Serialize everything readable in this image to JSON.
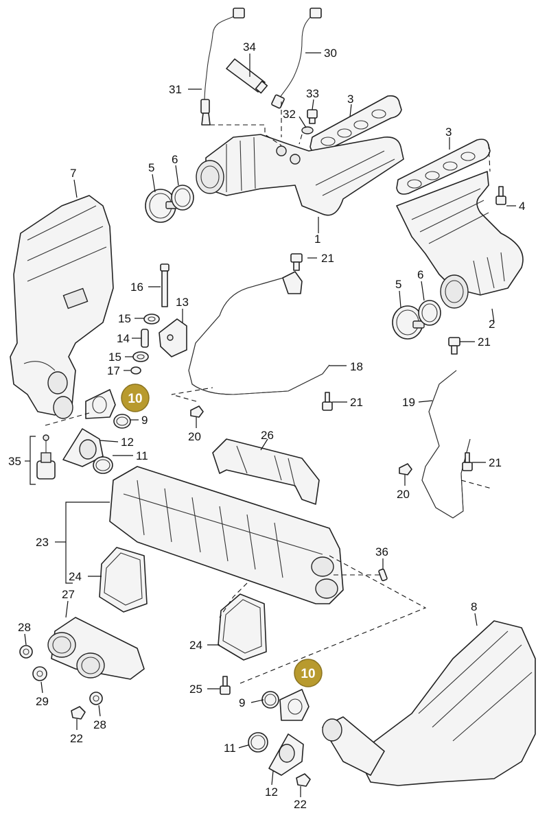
{
  "diagram": {
    "callouts": [
      {
        "id": "c34",
        "text": "34"
      },
      {
        "id": "c30",
        "text": "30"
      },
      {
        "id": "c31",
        "text": "31"
      },
      {
        "id": "c33",
        "text": "33"
      },
      {
        "id": "c3a",
        "text": "3"
      },
      {
        "id": "c32",
        "text": "32"
      },
      {
        "id": "c3b",
        "text": "3"
      },
      {
        "id": "c7",
        "text": "7"
      },
      {
        "id": "c5a",
        "text": "5"
      },
      {
        "id": "c6a",
        "text": "6"
      },
      {
        "id": "c4",
        "text": "4"
      },
      {
        "id": "c1",
        "text": "1"
      },
      {
        "id": "c21a",
        "text": "21"
      },
      {
        "id": "c16",
        "text": "16"
      },
      {
        "id": "c13",
        "text": "13"
      },
      {
        "id": "c5b",
        "text": "5"
      },
      {
        "id": "c6b",
        "text": "6"
      },
      {
        "id": "c15a",
        "text": "15"
      },
      {
        "id": "c2",
        "text": "2"
      },
      {
        "id": "c14",
        "text": "14"
      },
      {
        "id": "c21b",
        "text": "21"
      },
      {
        "id": "c15b",
        "text": "15"
      },
      {
        "id": "c18",
        "text": "18"
      },
      {
        "id": "c17",
        "text": "17"
      },
      {
        "id": "c21c",
        "text": "21"
      },
      {
        "id": "c19",
        "text": "19"
      },
      {
        "id": "c9a",
        "text": "9"
      },
      {
        "id": "c20a",
        "text": "20"
      },
      {
        "id": "c26",
        "text": "26"
      },
      {
        "id": "c12a",
        "text": "12"
      },
      {
        "id": "c35",
        "text": "35"
      },
      {
        "id": "c11a",
        "text": "11"
      },
      {
        "id": "c21d",
        "text": "21"
      },
      {
        "id": "c20b",
        "text": "20"
      },
      {
        "id": "c23",
        "text": "23"
      },
      {
        "id": "c36",
        "text": "36"
      },
      {
        "id": "c24a",
        "text": "24"
      },
      {
        "id": "c27",
        "text": "27"
      },
      {
        "id": "c8",
        "text": "8"
      },
      {
        "id": "c28a",
        "text": "28"
      },
      {
        "id": "c24b",
        "text": "24"
      },
      {
        "id": "c29",
        "text": "29"
      },
      {
        "id": "c25",
        "text": "25"
      },
      {
        "id": "c9b",
        "text": "9"
      },
      {
        "id": "c28b",
        "text": "28"
      },
      {
        "id": "c22a",
        "text": "22"
      },
      {
        "id": "c11b",
        "text": "11"
      },
      {
        "id": "c12b",
        "text": "12"
      },
      {
        "id": "c22b",
        "text": "22"
      }
    ],
    "highlights": [
      {
        "id": "h1",
        "text": "10"
      },
      {
        "id": "h2",
        "text": "10"
      }
    ],
    "colors": {
      "highlight": "#b89a2e",
      "line": "#222222",
      "fill": "#f4f4f4"
    }
  }
}
